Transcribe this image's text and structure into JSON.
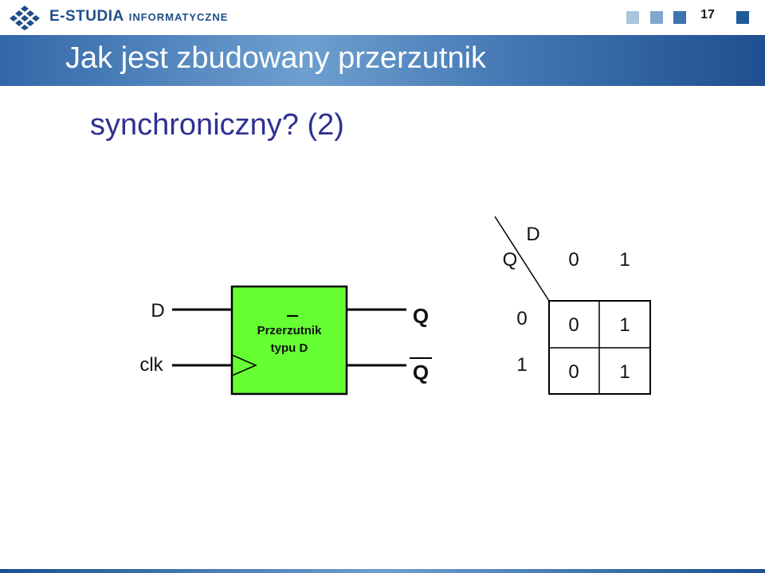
{
  "header": {
    "brand_main": "E-STUDIA",
    "brand_sub": "INFORMATYCZNE",
    "page_number": "17",
    "squares": [
      "#a9c4dd",
      "#7fa6cb",
      "#3f73b0",
      "#1f5a9a"
    ]
  },
  "slide": {
    "title": "Jak jest zbudowany przerzutnik",
    "subtitle": "synchroniczny? (2)"
  },
  "flipflop": {
    "block_line1": "Przerzutnik",
    "block_line2": "typu D",
    "block_color": "#66ff33",
    "input_d": "D",
    "input_clk": "clk",
    "output_q": "Q",
    "output_qbar": "Q"
  },
  "truth_table": {
    "col_var": "D",
    "row_var": "Q",
    "col_headers": [
      "0",
      "1"
    ],
    "row_headers": [
      "0",
      "1"
    ],
    "cells": [
      [
        "0",
        "1"
      ],
      [
        "0",
        "1"
      ]
    ]
  }
}
